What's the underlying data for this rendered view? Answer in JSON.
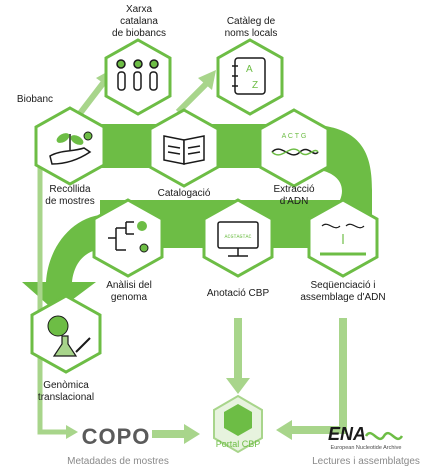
{
  "labels": {
    "xarxa_biobancs": "Xarxa\ncatalana\nde biobancs",
    "cataleg_noms": "Catàleg de\nnoms locals",
    "biobanc": "Biobanc",
    "recollida": "Recollida\nde mostres",
    "catalogacio": "Catalogació",
    "extraccio": "Extracció\nd'ADN",
    "analisi": "Anàlisi del\ngenoma",
    "anotacio": "Anotació CBP",
    "sequenciacio": "Seqüenciació i\nassemblage d'ADN",
    "genomica": "Genòmica\ntranslacional",
    "metadades": "Metadades de mostres",
    "lectures": "Lectures i assemblatges"
  },
  "logos": {
    "copo": "COPO",
    "portal": "Portal CBP",
    "ena": "ENA",
    "ena_sub": "European Nucleotide Archive"
  },
  "icon_text": {
    "dna_letters": "A C T G",
    "annotation_screen": "ACGTAGTAC",
    "az_a": "A",
    "az_z": "Z"
  },
  "colors": {
    "green": "#6dbd45",
    "light_green": "#a8d58b",
    "grey": "#8a8a8a",
    "dark": "#1a1a1a"
  }
}
